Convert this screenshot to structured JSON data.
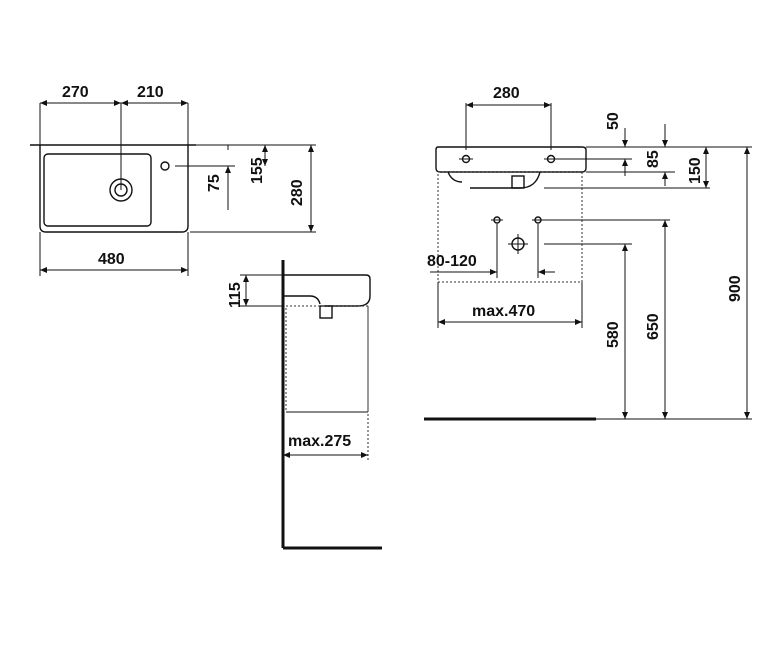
{
  "top_view": {
    "dims": {
      "width_left": "270",
      "width_right": "210",
      "overall_width": "480",
      "tap_offset_small": "75",
      "tap_offset_large": "155",
      "depth": "280"
    }
  },
  "side_view": {
    "dims": {
      "bowl_height": "115",
      "max_projection": "max.275"
    }
  },
  "front_view": {
    "dims": {
      "hole_spacing": "280",
      "rim_to_holes": "50",
      "rim_to_top_small": "85",
      "rim_to_top_large": "150",
      "waste_offset": "80-120",
      "max_width": "max.470",
      "height_580": "580",
      "height_650": "650",
      "height_900": "900"
    }
  }
}
